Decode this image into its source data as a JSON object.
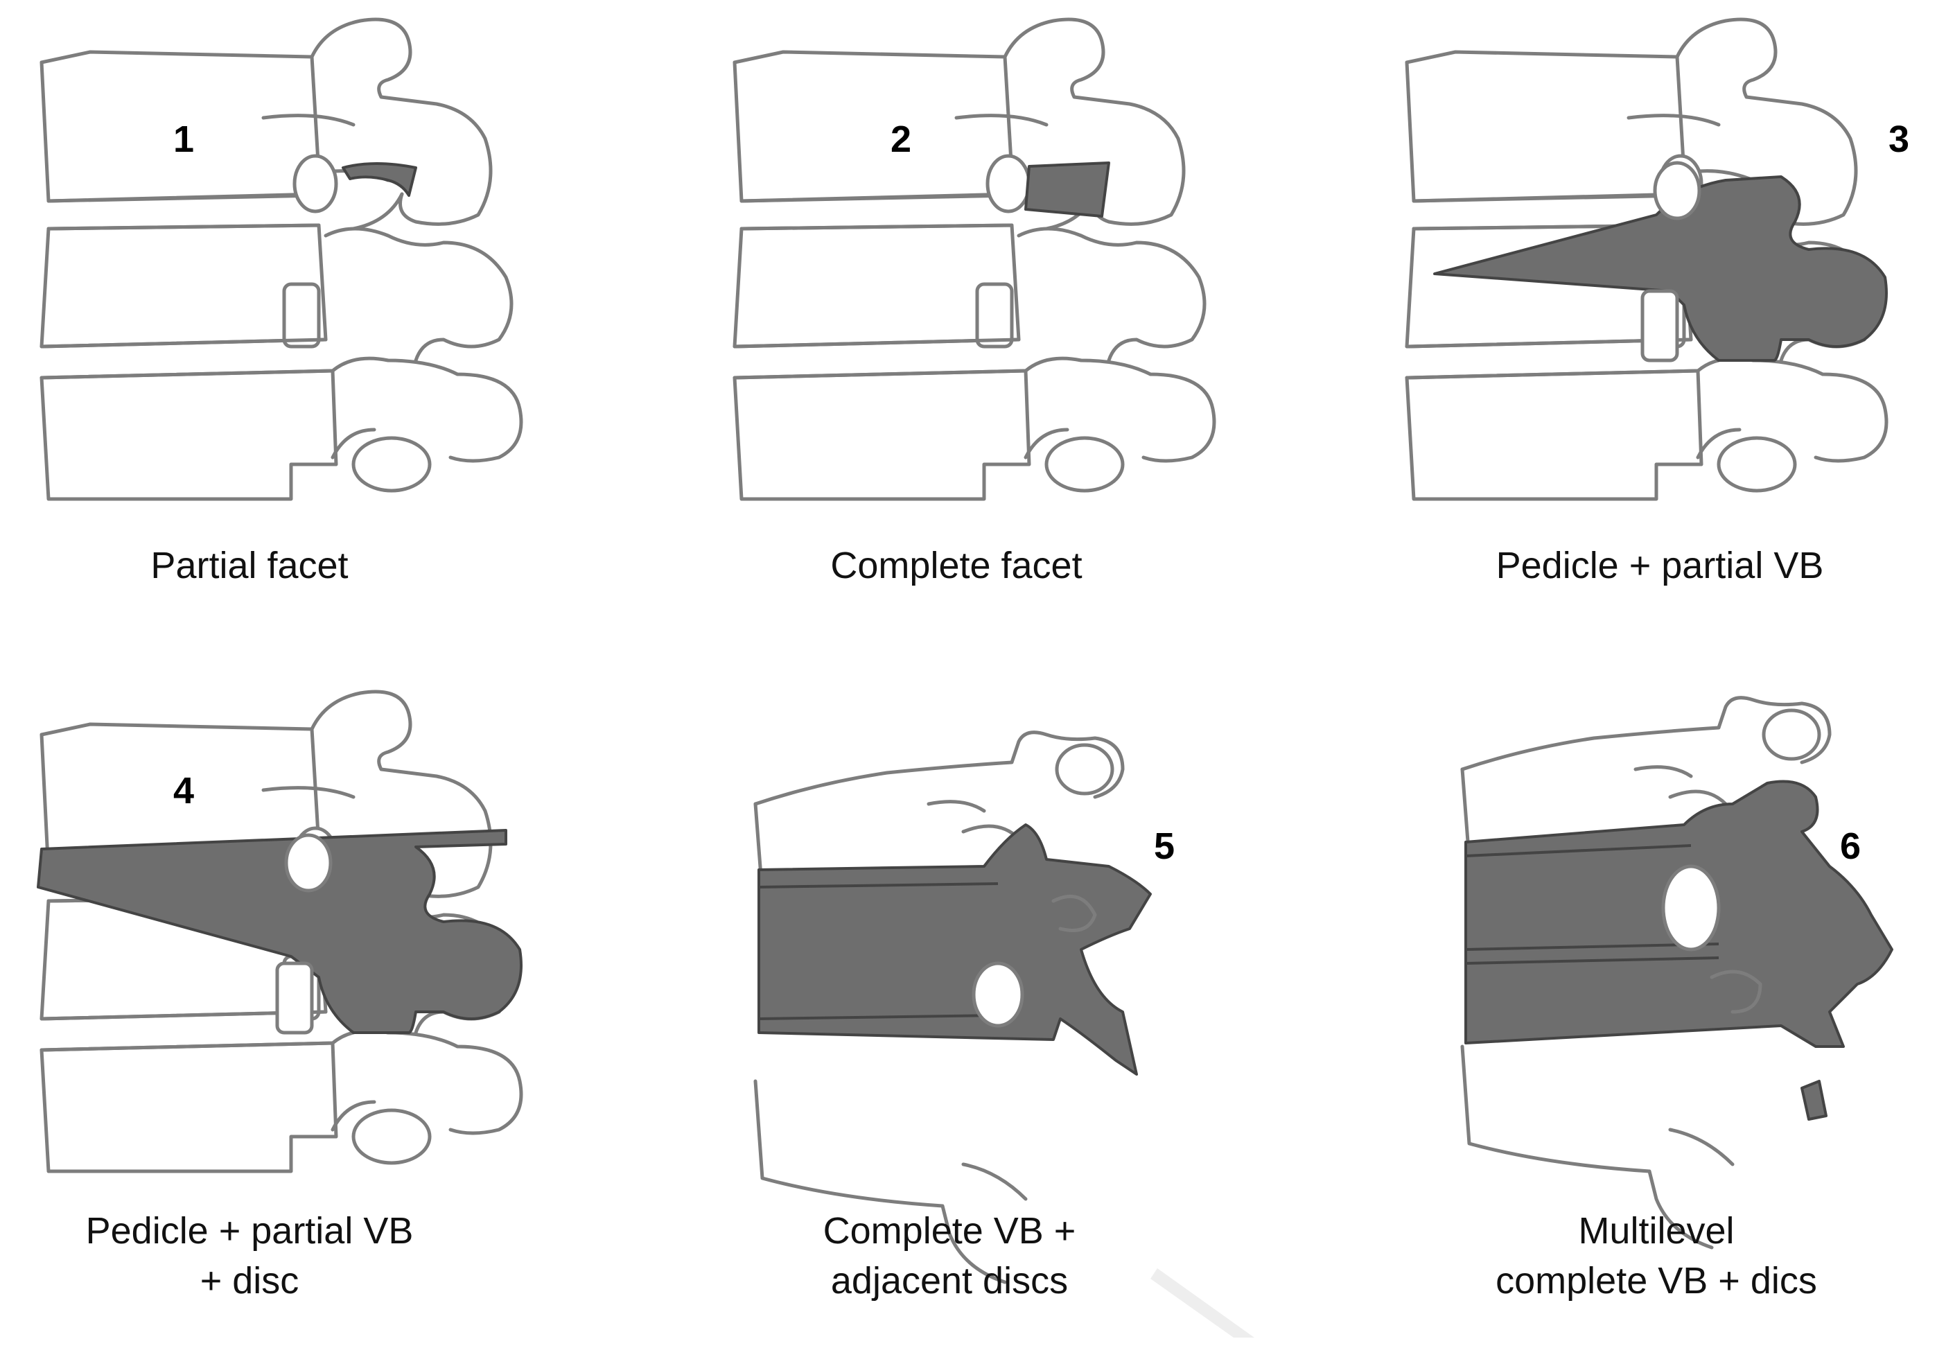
{
  "panels": [
    {
      "number": "1",
      "caption_lines": [
        "Partial facet"
      ]
    },
    {
      "number": "2",
      "caption_lines": [
        "Complete facet"
      ]
    },
    {
      "number": "3",
      "caption_lines": [
        "Pedicle + partial VB"
      ]
    },
    {
      "number": "4",
      "caption_lines": [
        "Pedicle + partial VB",
        "+ disc"
      ]
    },
    {
      "number": "5",
      "caption_lines": [
        "Complete VB +",
        "adjacent discs"
      ]
    },
    {
      "number": "6",
      "caption_lines": [
        "Multilevel",
        "complete VB + dics"
      ]
    }
  ],
  "colors": {
    "outline": "#7d7d7d",
    "shade": "#6e6e6e",
    "text": "#111111"
  }
}
